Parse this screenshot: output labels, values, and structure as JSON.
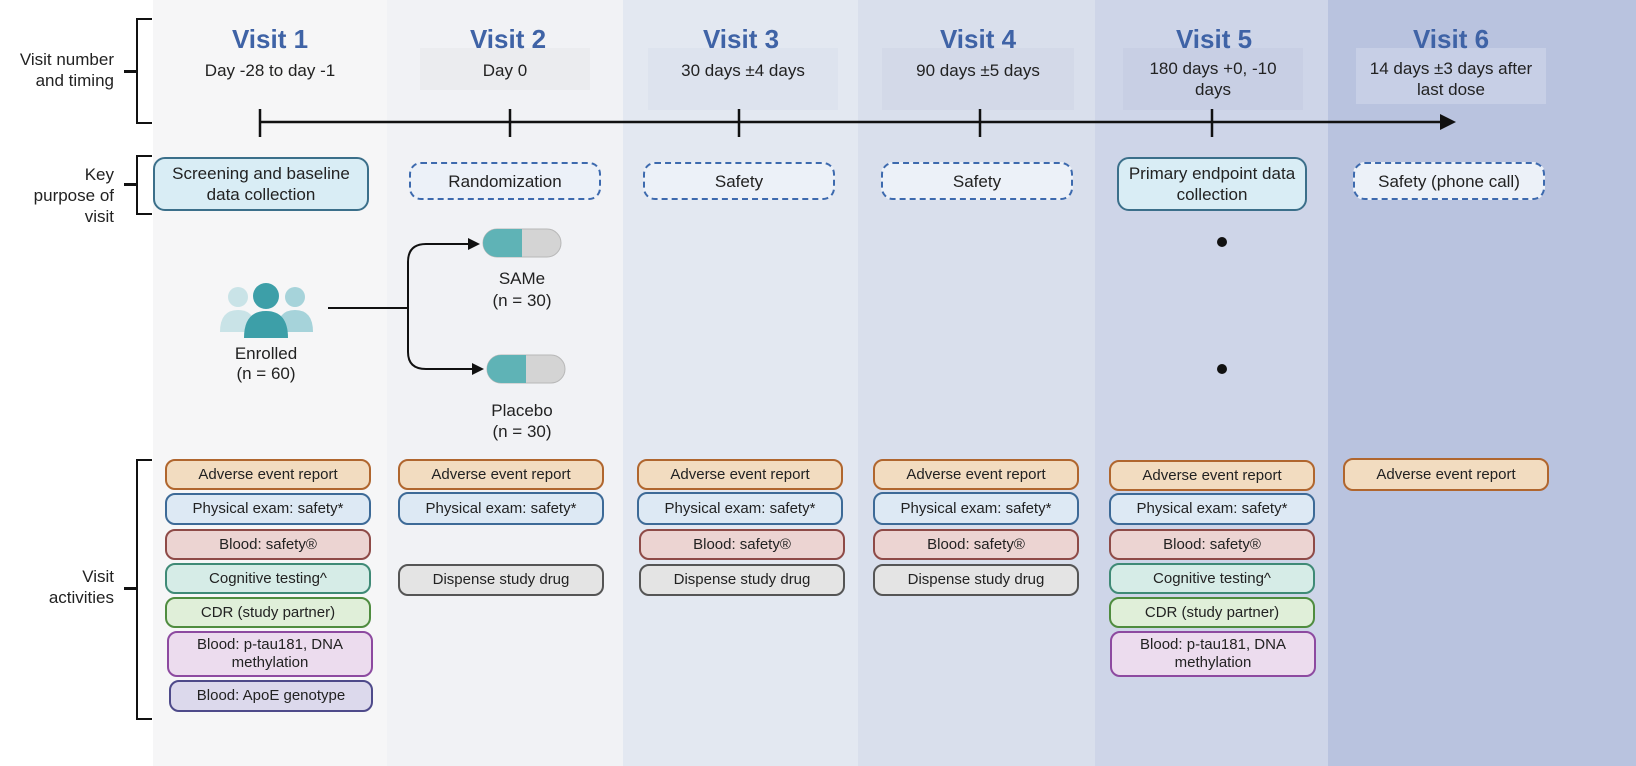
{
  "row_labels": {
    "timing": "Visit number and timing",
    "purpose": "Key purpose of visit",
    "activities": "Visit activities"
  },
  "visits": [
    {
      "title": "Visit 1",
      "timing": "Day -28 to day -1",
      "purpose": "Screening and baseline data collection"
    },
    {
      "title": "Visit 2",
      "timing": "Day 0",
      "purpose": "Randomization"
    },
    {
      "title": "Visit 3",
      "timing": "30 days ±4 days",
      "purpose": "Safety"
    },
    {
      "title": "Visit 4",
      "timing": "90 days ±5 days",
      "purpose": "Safety"
    },
    {
      "title": "Visit 5",
      "timing": "180 days +0, -10 days",
      "purpose": "Primary endpoint data collection"
    },
    {
      "title": "Visit 6",
      "timing": "14 days ±3 days after last dose",
      "purpose": "Safety (phone call)"
    }
  ],
  "arms": {
    "enrolled": "Enrolled",
    "enrolled_n": "(n = 60)",
    "same": "SAMe",
    "same_n": "(n = 30)",
    "placebo": "Placebo",
    "placebo_n": "(n = 30)"
  },
  "activities": {
    "adverse": "Adverse event report",
    "physical": "Physical exam: safety*",
    "blood_safety": "Blood: safety®",
    "cognitive": "Cognitive testing^",
    "cdr": "CDR (study partner)",
    "ptau": "Blood: p-tau181, DNA methylation",
    "apoe": "Blood: ApoE genotype",
    "dispense": "Dispense study drug"
  },
  "colors": {
    "visit_title": "#3f63a6",
    "col1": "#f6f6f7",
    "col2": "#f1f2f5",
    "col3": "#e3e8f1",
    "col4": "#d9dfec",
    "col5": "#ced5e8",
    "col6": "#b9c3df"
  },
  "icons": [
    "people-icon",
    "capsule-icon",
    "arrow-icon"
  ]
}
